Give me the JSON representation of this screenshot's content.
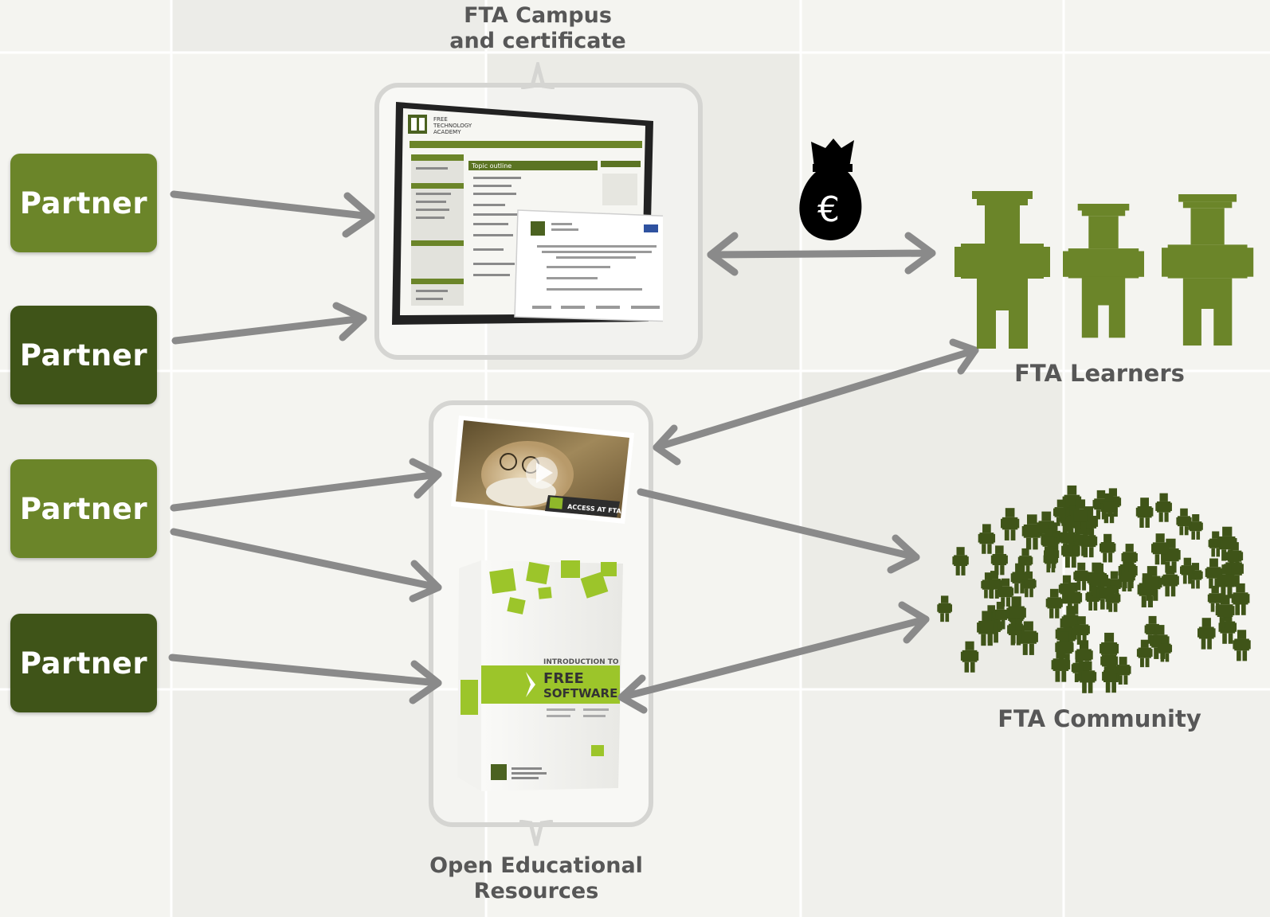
{
  "campus": {
    "label_line1": "FTA Campus",
    "label_line2": "and certificate",
    "screen": {
      "brand_line1": "FREE",
      "brand_line2": "TECHNOLOGY",
      "brand_line3": "ACADEMY",
      "section_title": "Topic outline"
    }
  },
  "partners": [
    {
      "label": "Partner"
    },
    {
      "label": "Partner"
    },
    {
      "label": "Partner"
    },
    {
      "label": "Partner"
    }
  ],
  "money": {
    "symbol": "€",
    "icon": "money-bag-icon"
  },
  "learners": {
    "label": "FTA Learners",
    "color": "#6b8529"
  },
  "community": {
    "label": "FTA Community",
    "color": "#3f5418"
  },
  "oer": {
    "label_line1": "Open Educational",
    "label_line2": "Resources",
    "video_caption": "ACCESS AT FTA",
    "box_title_line1": "INTRODUCTION TO",
    "box_title_line2": "FREE",
    "box_title_line3": "SOFTWARE"
  },
  "colors": {
    "accent_light": "#6b8529",
    "accent_dark": "#3f5418",
    "arrow": "#8a8a8a",
    "lime": "#9cc52a"
  }
}
